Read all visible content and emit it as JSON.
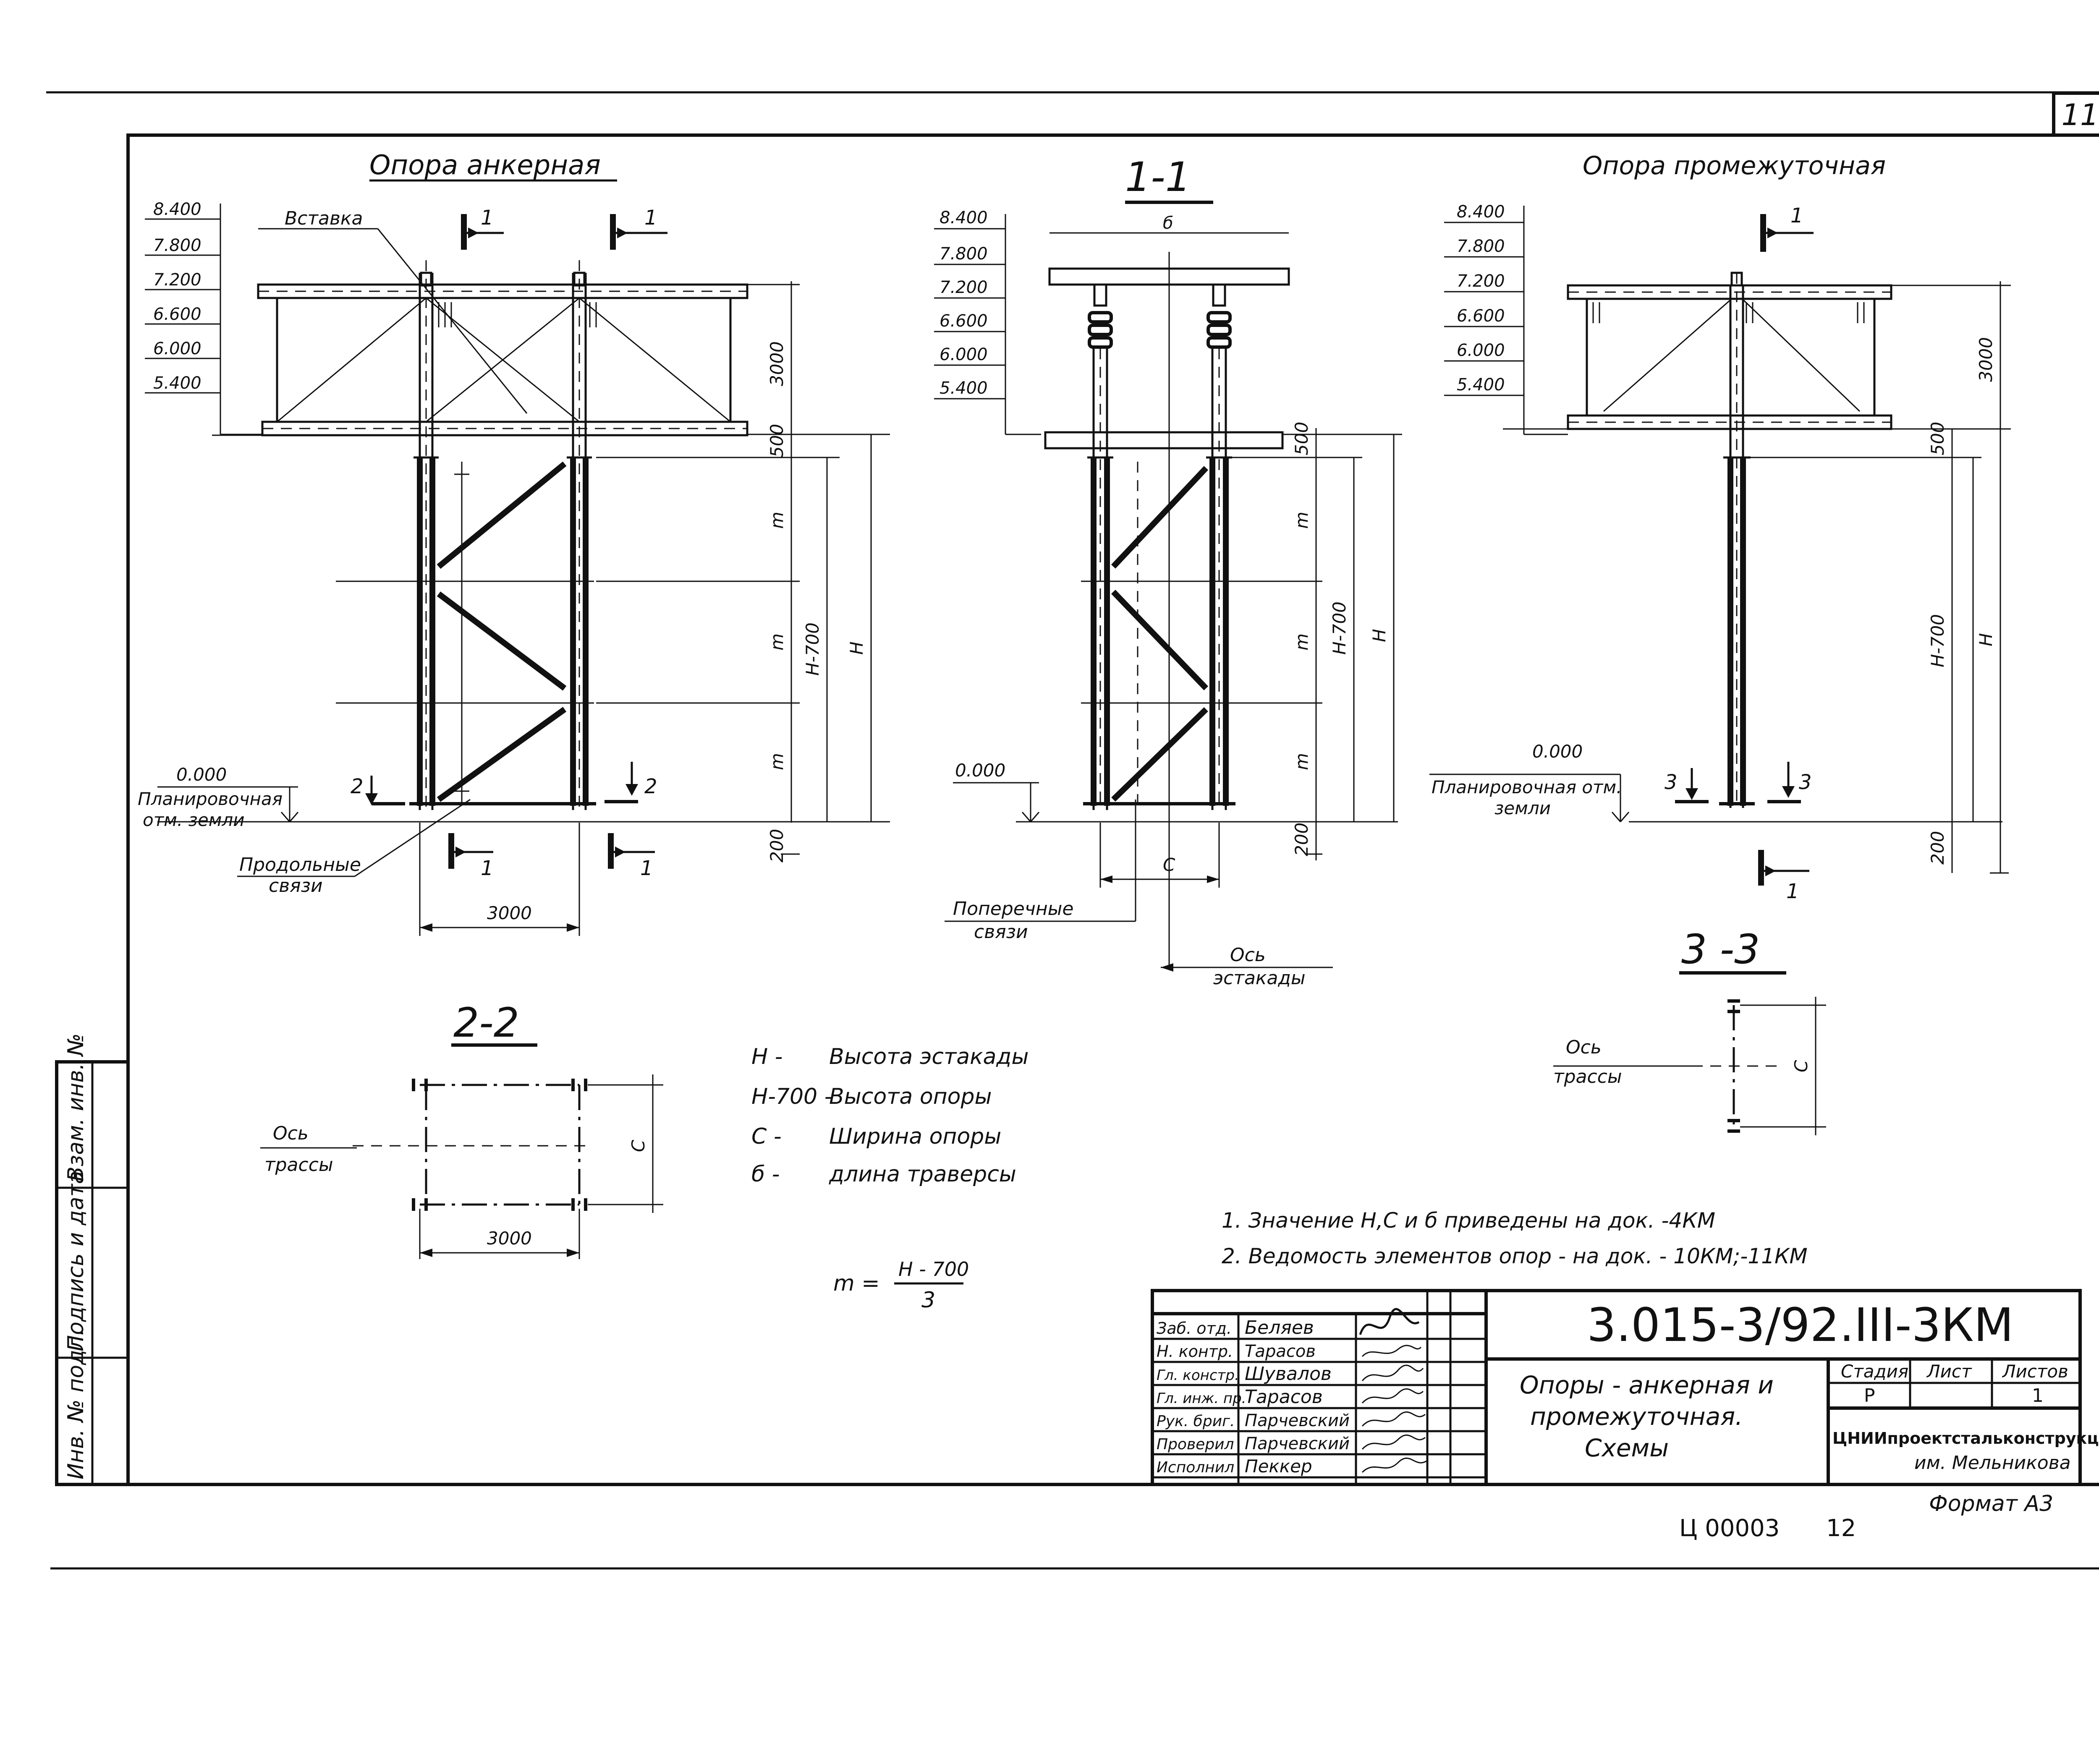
{
  "sheet": {
    "sheet_number": "11",
    "format_label": "Формат А3",
    "archive_code": "Ц 00003",
    "archive_page": "12"
  },
  "side_stamp": {
    "inv_podl": "Инв. № подл.",
    "podpis_data": "Подпись и дата",
    "vzam_inv": "Взам. инв. №"
  },
  "anchor": {
    "title": "Опора анкерная",
    "levels": [
      "8.400",
      "7.800",
      "7.200",
      "6.600",
      "6.000",
      "5.400"
    ],
    "vstavka": "Вставка",
    "ground_level": "0.000",
    "ground_label_1": "Планировочная",
    "ground_label_2": "отм. земли",
    "long_bracing_1": "Продольные",
    "long_bracing_2": "связи",
    "dim_width": "3000",
    "dim_3000": "3000",
    "dim_500": "500",
    "dim_200": "200",
    "dim_m": [
      "m",
      "m",
      "m"
    ],
    "dim_h700": "H-700",
    "dim_h": "H",
    "cut_1": "1",
    "cut_2": "2"
  },
  "section11": {
    "title": "1-1",
    "b_label": "б",
    "levels": [
      "8.400",
      "7.800",
      "7.200",
      "6.600",
      "6.000",
      "5.400"
    ],
    "ground_level": "0.000",
    "c_label": "C",
    "trans_bracing_1": "Поперечные",
    "trans_bracing_2": "связи",
    "axis_1": "Ось",
    "axis_2": "эстакады",
    "dim_500": "500",
    "dim_200": "200",
    "dim_m": [
      "m",
      "m",
      "m"
    ],
    "dim_h700": "H-700",
    "dim_h": "H"
  },
  "intermediate": {
    "title": "Опора промежуточная",
    "levels": [
      "8.400",
      "7.800",
      "7.200",
      "6.600",
      "6.000",
      "5.400"
    ],
    "ground_level": "0.000",
    "ground_label_1": "Планировочная отм.",
    "ground_label_2": "земли",
    "dim_3000": "3000",
    "dim_500": "500",
    "dim_200": "200",
    "dim_h700": "H-700",
    "dim_h": "H",
    "cut_1": "1",
    "cut_3": "3"
  },
  "section22": {
    "title": "2-2",
    "axis_1": "Ось",
    "axis_2": "трассы",
    "c_label": "C",
    "dim": "3000"
  },
  "section33": {
    "title": "3 -3",
    "axis_1": "Ось",
    "axis_2": "трассы",
    "c_label": "C"
  },
  "legend": [
    {
      "sym": "H -",
      "text": "Высота эстакады"
    },
    {
      "sym": "H-700 -",
      "text": "Высота опоры"
    },
    {
      "sym": "C -",
      "text": "Ширина опоры"
    },
    {
      "sym": "б -",
      "text": "длина траверсы"
    }
  ],
  "formula": {
    "lhs": "m =",
    "num": "H - 700",
    "den": "3"
  },
  "notes": [
    "1. Значение H,C и б приведены на док. -4КМ",
    "2. Ведомость элементов опор - на док. - 10КМ;-11КМ"
  ],
  "title_block": {
    "code": "3.015-3/92.III-3КМ",
    "roles": [
      "Заб. отд.",
      "Н. контр.",
      "Гл. констр.",
      "Гл. инж. пр.",
      "Рук. бриг.",
      "Проверил",
      "Исполнил"
    ],
    "names": [
      "Беляев",
      "Тарасов",
      "Шувалов",
      "Тарасов",
      "Парчевский",
      "Парчевский",
      "Пеккер"
    ],
    "title_1": "Опоры - анкерная и",
    "title_2": "промежуточная.",
    "title_3": "Схемы",
    "stage_h": "Стадия",
    "sheet_h": "Лист",
    "sheets_h": "Листов",
    "stage_v": "Р",
    "sheet_v": "",
    "sheets_v": "1",
    "org_1": "ЦНИИпроектстальконструкция",
    "org_2": "им. Мельникова"
  }
}
